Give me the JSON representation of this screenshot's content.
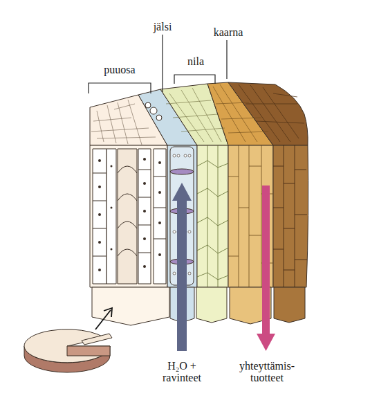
{
  "diagram": {
    "labels": [
      "puuosa",
      "jälsi",
      "nila",
      "kaarna",
      "H₂O + ravinteet",
      "yhteyttämis- tuotteet"
    ]
  }
}
